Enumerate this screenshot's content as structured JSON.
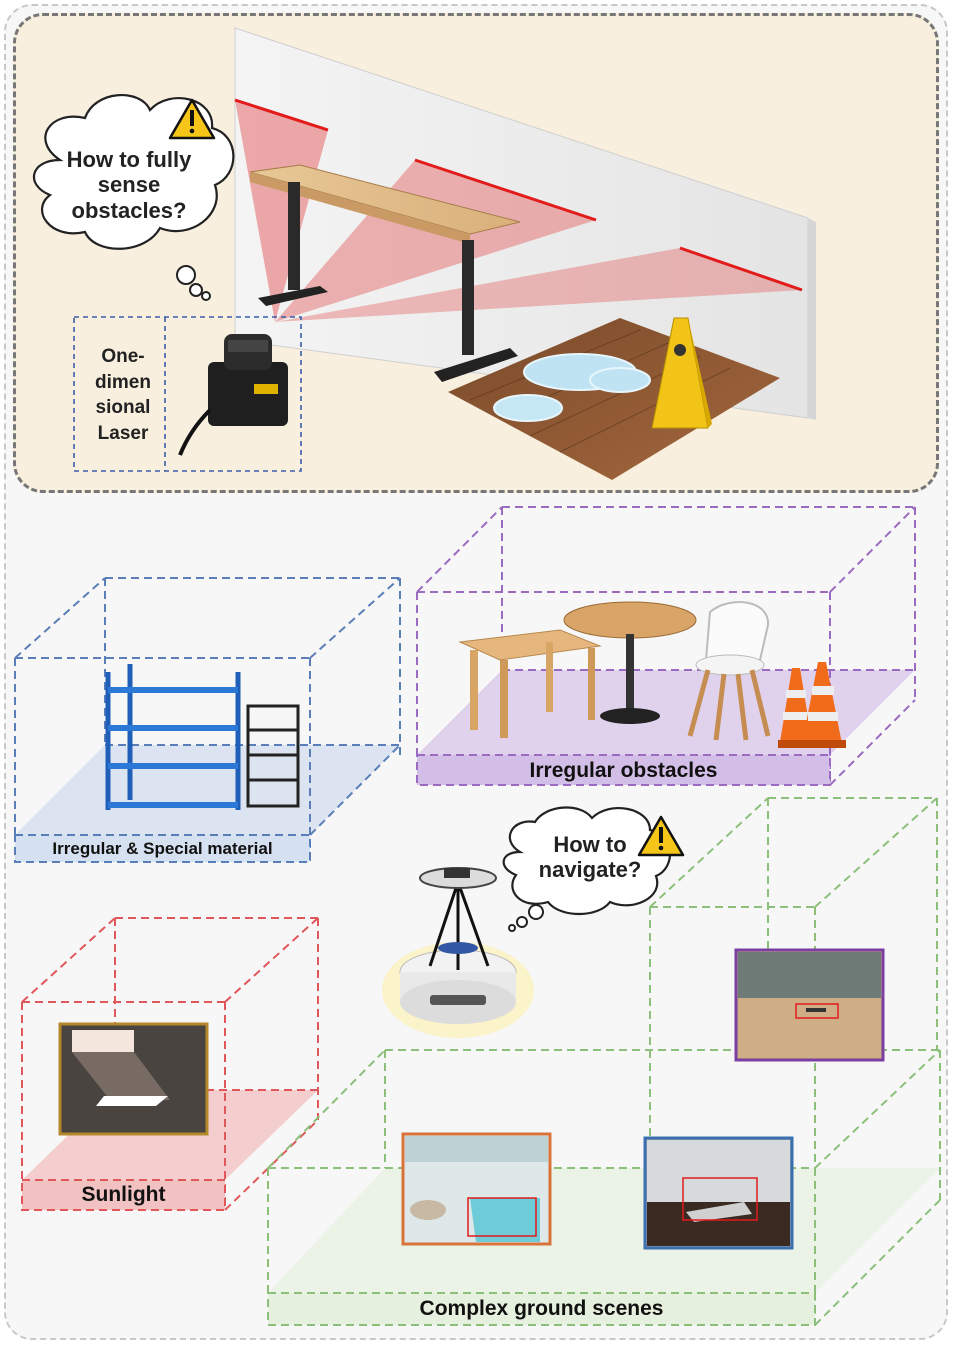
{
  "top": {
    "question": [
      "How to fully",
      "sense",
      "obstacles?"
    ],
    "sensor_label": [
      "One-",
      "dimen",
      "sional",
      "Laser"
    ]
  },
  "regions": {
    "shelves_label": "Irregular & Special material",
    "obstacles_label": "Irregular obstacles",
    "sunlight_label": "Sunlight",
    "ground_label": "Complex ground scenes"
  },
  "robot": {
    "question": [
      "How to",
      "navigate?"
    ]
  },
  "icons": [
    "warning-icon",
    "laser-sensor-icon",
    "desk-icon",
    "wall-icon",
    "wet-floor-sign-icon",
    "shelf-icon",
    "table-icon",
    "chair-icon",
    "traffic-cone-icon",
    "robot-icon"
  ],
  "colors": {
    "blue_box": "#5a7fb8",
    "purple_box": "#9a6bc0",
    "red_box": "#e0575a",
    "green_box": "#8cc07a",
    "laser": "#e21b1b"
  }
}
